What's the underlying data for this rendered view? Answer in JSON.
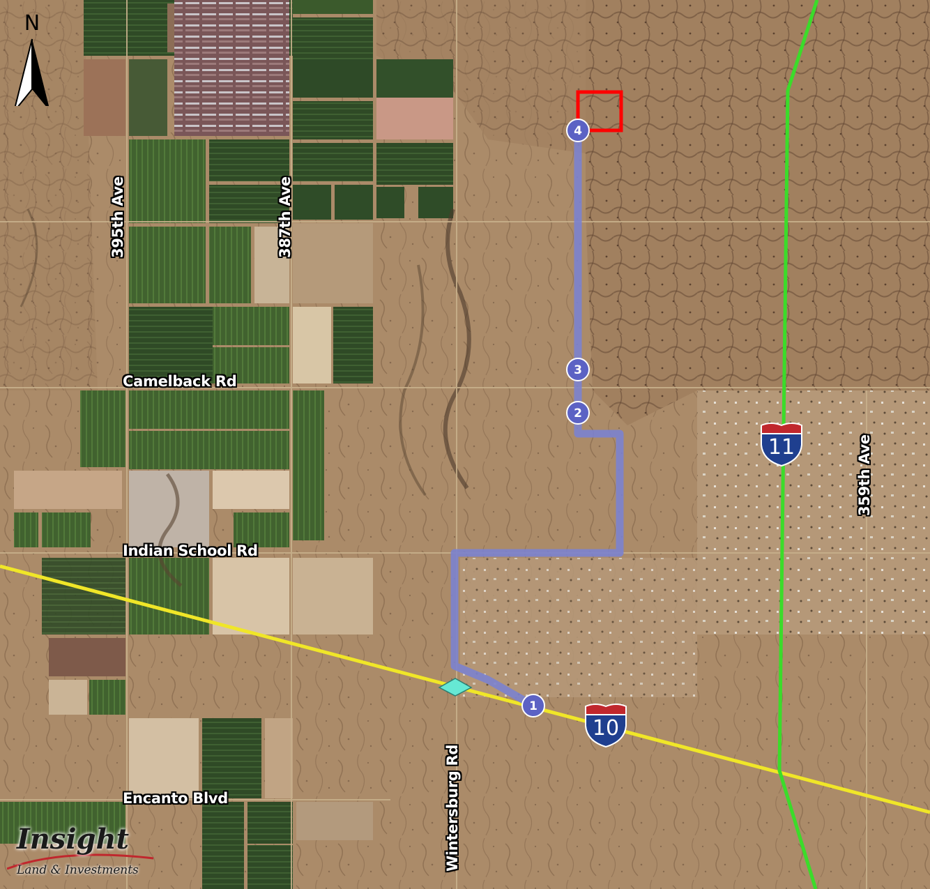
{
  "map": {
    "compass_letter": "N",
    "roads": {
      "ave_395": "395th Ave",
      "ave_387": "387th Ave",
      "camelback": "Camelback Rd",
      "indian_school": "Indian School Rd",
      "encanto": "Encanto Blvd",
      "wintersburg": "Wintersburg Rd",
      "ave_359": "359th Ave"
    },
    "shields": {
      "i10": "10",
      "i11": "11"
    },
    "route_points": [
      "1",
      "2",
      "3",
      "4"
    ],
    "colors": {
      "route": "#7b82cf",
      "parcel_outline": "#ff0000",
      "i10_line": "#f0e628",
      "i11_line": "#3bdc2a",
      "interchange": "#66e8d4",
      "marker_fill": "#5c62c4",
      "shield_blue": "#1f3f8f",
      "shield_red": "#c0272d"
    },
    "logo": {
      "word": "Insight",
      "sub": "Land & Investments"
    }
  }
}
